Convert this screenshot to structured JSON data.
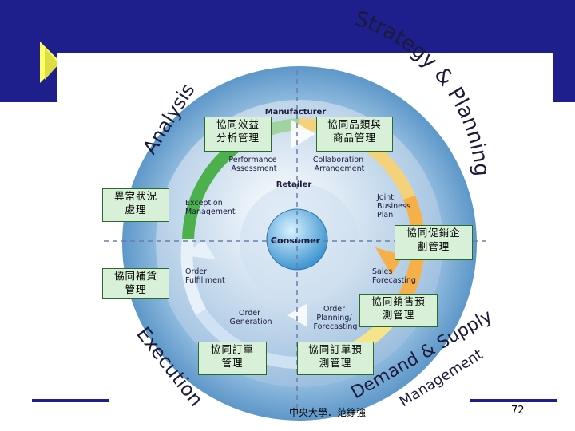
{
  "diagram": {
    "outer_ring": {
      "strategy": "Strategy & Planning",
      "analysis": "Analysis",
      "execution": "Execution",
      "demand": "Demand & Supply",
      "management": "Management"
    },
    "ring_labels": {
      "manufacturer": "Manufacturer",
      "retailer": "Retailer",
      "consumer": "Consumer"
    },
    "process_steps": {
      "performance": [
        "Performance",
        "Assessment"
      ],
      "collaboration": [
        "Collaboration",
        "Arrangement"
      ],
      "joint": [
        "Joint",
        "Business",
        "Plan"
      ],
      "sales": [
        "Sales",
        "Forecasting"
      ],
      "order_planning": [
        "Order",
        "Planning/",
        "Forecasting"
      ],
      "order_generation": [
        "Order",
        "Generation"
      ],
      "order_fulfillment": [
        "Order",
        "Fulfillment"
      ],
      "exception": [
        "Exception",
        "Management"
      ]
    }
  },
  "callouts": {
    "performance_mgmt": "協同效益\n分析管理",
    "category_mgmt": "協同品類與\n商品管理",
    "exception": "異常狀況\n處理",
    "promotion": "協同促銷企\n劃管理",
    "replenishment": "協同補貨\n管理",
    "sales_forecast": "協同銷售預\n測管理",
    "order_mgmt": "協同訂單\n管理",
    "order_forecast": "協同訂單預\n測管理"
  },
  "footer": {
    "text": "中央大學．范錚強",
    "page": "72"
  },
  "colors": {
    "title_bar": "#1e1e8c",
    "bullet": "#ffff66",
    "outer_ring": "#6aa3d0",
    "callout_fill": "#d8f0d8",
    "callout_border": "#2a6a2a"
  }
}
